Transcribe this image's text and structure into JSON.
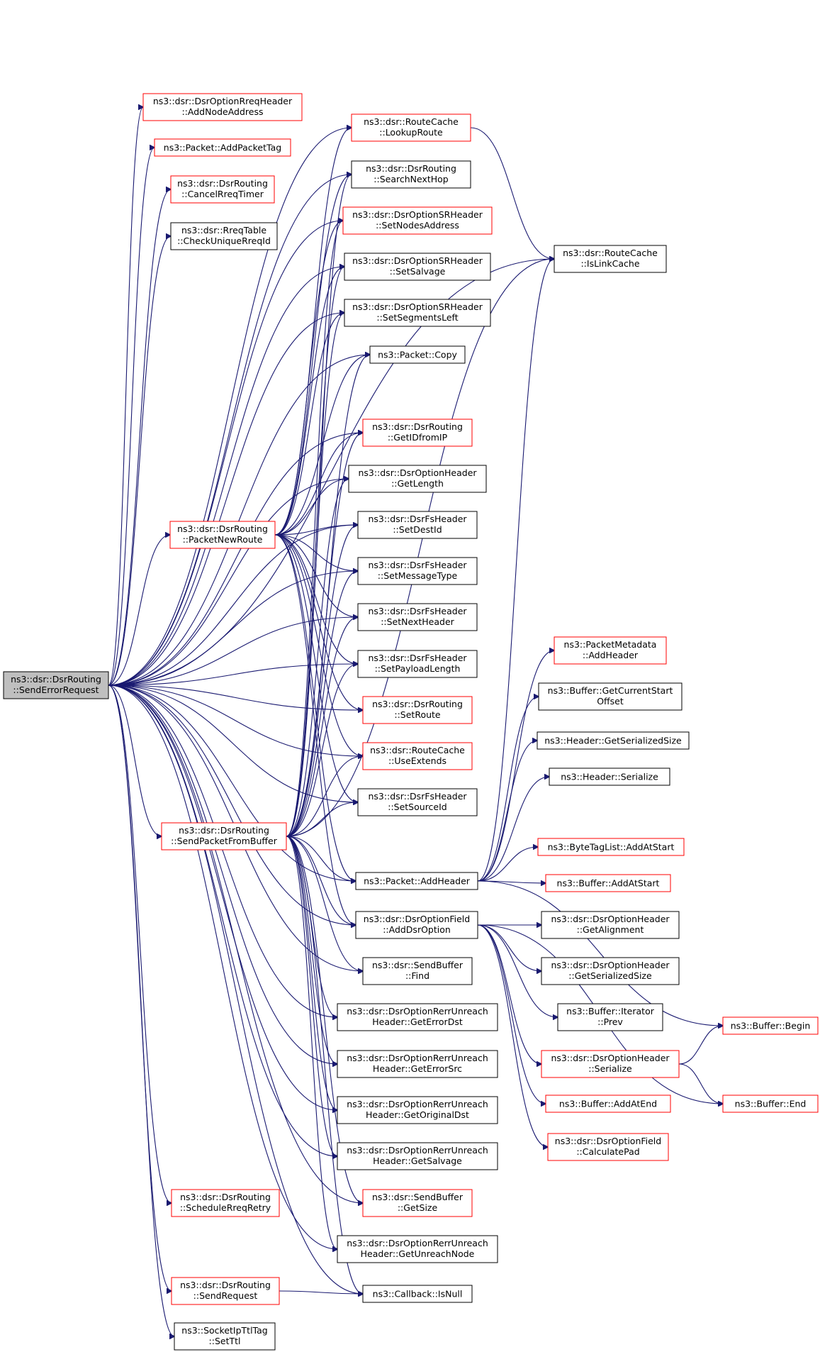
{
  "colors": {
    "edge": "#191970",
    "red_border": "#ff0000",
    "black_border": "#000000",
    "current_fill": "#bfbfbf"
  },
  "nodes": [
    {
      "id": "root",
      "line1": "ns3::dsr::DsrRouting",
      "line2": "::SendErrorRequest",
      "border": "current"
    },
    {
      "id": "rreqAddNode",
      "line1": "ns3::dsr::DsrOptionRreqHeader",
      "line2": "::AddNodeAddress",
      "border": "red"
    },
    {
      "id": "addPacketTag",
      "line1": "ns3::Packet::AddPacketTag",
      "line2": "",
      "border": "red"
    },
    {
      "id": "cancelRreq",
      "line1": "ns3::dsr::DsrRouting",
      "line2": "::CancelRreqTimer",
      "border": "red"
    },
    {
      "id": "checkUnique",
      "line1": "ns3::dsr::RreqTable",
      "line2": "::CheckUniqueRreqId",
      "border": "black"
    },
    {
      "id": "packetNewRoute",
      "line1": "ns3::dsr::DsrRouting",
      "line2": "::PacketNewRoute",
      "border": "red"
    },
    {
      "id": "sendPacketFromBuffer",
      "line1": "ns3::dsr::DsrRouting",
      "line2": "::SendPacketFromBuffer",
      "border": "red"
    },
    {
      "id": "scheduleRreq",
      "line1": "ns3::dsr::DsrRouting",
      "line2": "::ScheduleRreqRetry",
      "border": "red"
    },
    {
      "id": "sendRequest",
      "line1": "ns3::dsr::DsrRouting",
      "line2": "::SendRequest",
      "border": "red"
    },
    {
      "id": "setTtl",
      "line1": "ns3::SocketIpTtlTag",
      "line2": "::SetTtl",
      "border": "black"
    },
    {
      "id": "lookupRoute",
      "line1": "ns3::dsr::RouteCache",
      "line2": "::LookupRoute",
      "border": "red"
    },
    {
      "id": "searchNextHop",
      "line1": "ns3::dsr::DsrRouting",
      "line2": "::SearchNextHop",
      "border": "black"
    },
    {
      "id": "setNodesAddress",
      "line1": "ns3::dsr::DsrOptionSRHeader",
      "line2": "::SetNodesAddress",
      "border": "red"
    },
    {
      "id": "setSalvage",
      "line1": "ns3::dsr::DsrOptionSRHeader",
      "line2": "::SetSalvage",
      "border": "black"
    },
    {
      "id": "setSegmentsLeft",
      "line1": "ns3::dsr::DsrOptionSRHeader",
      "line2": "::SetSegmentsLeft",
      "border": "black"
    },
    {
      "id": "packetCopy",
      "line1": "ns3::Packet::Copy",
      "line2": "",
      "border": "black"
    },
    {
      "id": "getIDfromIP",
      "line1": "ns3::dsr::DsrRouting",
      "line2": "::GetIDfromIP",
      "border": "red"
    },
    {
      "id": "getLength",
      "line1": "ns3::dsr::DsrOptionHeader",
      "line2": "::GetLength",
      "border": "black"
    },
    {
      "id": "setDestId",
      "line1": "ns3::dsr::DsrFsHeader",
      "line2": "::SetDestId",
      "border": "black"
    },
    {
      "id": "setMessageType",
      "line1": "ns3::dsr::DsrFsHeader",
      "line2": "::SetMessageType",
      "border": "black"
    },
    {
      "id": "setNextHeader",
      "line1": "ns3::dsr::DsrFsHeader",
      "line2": "::SetNextHeader",
      "border": "black"
    },
    {
      "id": "setPayloadLength",
      "line1": "ns3::dsr::DsrFsHeader",
      "line2": "::SetPayloadLength",
      "border": "black"
    },
    {
      "id": "setRoute",
      "line1": "ns3::dsr::DsrRouting",
      "line2": "::SetRoute",
      "border": "red"
    },
    {
      "id": "useExtends",
      "line1": "ns3::dsr::RouteCache",
      "line2": "::UseExtends",
      "border": "red"
    },
    {
      "id": "setSourceId",
      "line1": "ns3::dsr::DsrFsHeader",
      "line2": "::SetSourceId",
      "border": "black"
    },
    {
      "id": "packetAddHeader",
      "line1": "ns3::Packet::AddHeader",
      "line2": "",
      "border": "black"
    },
    {
      "id": "addDsrOption",
      "line1": "ns3::dsr::DsrOptionField",
      "line2": "::AddDsrOption",
      "border": "black"
    },
    {
      "id": "sendBufferFind",
      "line1": "ns3::dsr::SendBuffer",
      "line2": "::Find",
      "border": "black"
    },
    {
      "id": "getErrorDst",
      "line1": "ns3::dsr::DsrOptionRerrUnreach",
      "line2": "Header::GetErrorDst",
      "border": "black"
    },
    {
      "id": "getErrorSrc",
      "line1": "ns3::dsr::DsrOptionRerrUnreach",
      "line2": "Header::GetErrorSrc",
      "border": "black"
    },
    {
      "id": "getOriginalDst",
      "line1": "ns3::dsr::DsrOptionRerrUnreach",
      "line2": "Header::GetOriginalDst",
      "border": "black"
    },
    {
      "id": "getSalvage",
      "line1": "ns3::dsr::DsrOptionRerrUnreach",
      "line2": "Header::GetSalvage",
      "border": "black"
    },
    {
      "id": "sendBufferGetSize",
      "line1": "ns3::dsr::SendBuffer",
      "line2": "::GetSize",
      "border": "red"
    },
    {
      "id": "getUnreachNode",
      "line1": "ns3::dsr::DsrOptionRerrUnreach",
      "line2": "Header::GetUnreachNode",
      "border": "black"
    },
    {
      "id": "callbackIsNull",
      "line1": "ns3::Callback::IsNull",
      "line2": "",
      "border": "black"
    },
    {
      "id": "isLinkCache",
      "line1": "ns3::dsr::RouteCache",
      "line2": "::IsLinkCache",
      "border": "black"
    },
    {
      "id": "metaAddHeader",
      "line1": "ns3::PacketMetadata",
      "line2": "::AddHeader",
      "border": "red"
    },
    {
      "id": "bufGetCurrentStart",
      "line1": "ns3::Buffer::GetCurrentStart",
      "line2": "Offset",
      "border": "black"
    },
    {
      "id": "headerGetSerSize",
      "line1": "ns3::Header::GetSerializedSize",
      "line2": "",
      "border": "black"
    },
    {
      "id": "headerSerialize",
      "line1": "ns3::Header::Serialize",
      "line2": "",
      "border": "black"
    },
    {
      "id": "byteTagAddAtStart",
      "line1": "ns3::ByteTagList::AddAtStart",
      "line2": "",
      "border": "red"
    },
    {
      "id": "bufAddAtStart",
      "line1": "ns3::Buffer::AddAtStart",
      "line2": "",
      "border": "red"
    },
    {
      "id": "optHdrGetAlign",
      "line1": "ns3::dsr::DsrOptionHeader",
      "line2": "::GetAlignment",
      "border": "black"
    },
    {
      "id": "optHdrGetSerSize",
      "line1": "ns3::dsr::DsrOptionHeader",
      "line2": "::GetSerializedSize",
      "border": "black"
    },
    {
      "id": "bufIterPrev",
      "line1": "ns3::Buffer::Iterator",
      "line2": "::Prev",
      "border": "black"
    },
    {
      "id": "optHdrSerialize",
      "line1": "ns3::dsr::DsrOptionHeader",
      "line2": "::Serialize",
      "border": "red"
    },
    {
      "id": "bufAddAtEnd",
      "line1": "ns3::Buffer::AddAtEnd",
      "line2": "",
      "border": "red"
    },
    {
      "id": "calculatePad",
      "line1": "ns3::dsr::DsrOptionField",
      "line2": "::CalculatePad",
      "border": "red"
    },
    {
      "id": "bufBegin",
      "line1": "ns3::Buffer::Begin",
      "line2": "",
      "border": "red"
    },
    {
      "id": "bufEnd",
      "line1": "ns3::Buffer::End",
      "line2": "",
      "border": "red"
    }
  ],
  "edges": [
    [
      "root",
      "rreqAddNode"
    ],
    [
      "root",
      "addPacketTag"
    ],
    [
      "root",
      "cancelRreq"
    ],
    [
      "root",
      "checkUnique"
    ],
    [
      "root",
      "packetNewRoute"
    ],
    [
      "root",
      "sendPacketFromBuffer"
    ],
    [
      "root",
      "scheduleRreq"
    ],
    [
      "root",
      "sendRequest"
    ],
    [
      "root",
      "setTtl"
    ],
    [
      "root",
      "lookupRoute"
    ],
    [
      "root",
      "isLinkCache"
    ],
    [
      "root",
      "searchNextHop"
    ],
    [
      "root",
      "setNodesAddress"
    ],
    [
      "root",
      "setSalvage"
    ],
    [
      "root",
      "setSegmentsLeft"
    ],
    [
      "root",
      "packetCopy"
    ],
    [
      "root",
      "getIDfromIP"
    ],
    [
      "root",
      "getLength"
    ],
    [
      "root",
      "setDestId"
    ],
    [
      "root",
      "setMessageType"
    ],
    [
      "root",
      "setNextHeader"
    ],
    [
      "root",
      "setPayloadLength"
    ],
    [
      "root",
      "setRoute"
    ],
    [
      "root",
      "useExtends"
    ],
    [
      "root",
      "setSourceId"
    ],
    [
      "root",
      "packetAddHeader"
    ],
    [
      "root",
      "addDsrOption"
    ],
    [
      "root",
      "sendBufferFind"
    ],
    [
      "root",
      "getErrorDst"
    ],
    [
      "root",
      "getErrorSrc"
    ],
    [
      "root",
      "getOriginalDst"
    ],
    [
      "root",
      "getSalvage"
    ],
    [
      "root",
      "sendBufferGetSize"
    ],
    [
      "root",
      "getUnreachNode"
    ],
    [
      "root",
      "callbackIsNull"
    ],
    [
      "packetNewRoute",
      "lookupRoute"
    ],
    [
      "packetNewRoute",
      "searchNextHop"
    ],
    [
      "packetNewRoute",
      "setNodesAddress"
    ],
    [
      "packetNewRoute",
      "setSalvage"
    ],
    [
      "packetNewRoute",
      "setSegmentsLeft"
    ],
    [
      "packetNewRoute",
      "packetCopy"
    ],
    [
      "packetNewRoute",
      "getIDfromIP"
    ],
    [
      "packetNewRoute",
      "getLength"
    ],
    [
      "packetNewRoute",
      "setDestId"
    ],
    [
      "packetNewRoute",
      "setMessageType"
    ],
    [
      "packetNewRoute",
      "setNextHeader"
    ],
    [
      "packetNewRoute",
      "setPayloadLength"
    ],
    [
      "packetNewRoute",
      "setRoute"
    ],
    [
      "packetNewRoute",
      "useExtends"
    ],
    [
      "packetNewRoute",
      "setSourceId"
    ],
    [
      "packetNewRoute",
      "packetAddHeader"
    ],
    [
      "packetNewRoute",
      "addDsrOption"
    ],
    [
      "sendPacketFromBuffer",
      "isLinkCache"
    ],
    [
      "sendPacketFromBuffer",
      "searchNextHop"
    ],
    [
      "sendPacketFromBuffer",
      "setNodesAddress"
    ],
    [
      "sendPacketFromBuffer",
      "setSalvage"
    ],
    [
      "sendPacketFromBuffer",
      "setSegmentsLeft"
    ],
    [
      "sendPacketFromBuffer",
      "packetCopy"
    ],
    [
      "sendPacketFromBuffer",
      "getIDfromIP"
    ],
    [
      "sendPacketFromBuffer",
      "getLength"
    ],
    [
      "sendPacketFromBuffer",
      "setDestId"
    ],
    [
      "sendPacketFromBuffer",
      "setMessageType"
    ],
    [
      "sendPacketFromBuffer",
      "setNextHeader"
    ],
    [
      "sendPacketFromBuffer",
      "setPayloadLength"
    ],
    [
      "sendPacketFromBuffer",
      "useExtends"
    ],
    [
      "sendPacketFromBuffer",
      "setSourceId"
    ],
    [
      "sendPacketFromBuffer",
      "packetAddHeader"
    ],
    [
      "sendPacketFromBuffer",
      "addDsrOption"
    ],
    [
      "sendPacketFromBuffer",
      "sendBufferFind"
    ],
    [
      "sendPacketFromBuffer",
      "getErrorDst"
    ],
    [
      "sendPacketFromBuffer",
      "getErrorSrc"
    ],
    [
      "sendPacketFromBuffer",
      "getOriginalDst"
    ],
    [
      "sendPacketFromBuffer",
      "getSalvage"
    ],
    [
      "sendPacketFromBuffer",
      "sendBufferGetSize"
    ],
    [
      "sendPacketFromBuffer",
      "getUnreachNode"
    ],
    [
      "sendPacketFromBuffer",
      "callbackIsNull"
    ],
    [
      "sendRequest",
      "callbackIsNull"
    ],
    [
      "lookupRoute",
      "isLinkCache"
    ],
    [
      "packetAddHeader",
      "metaAddHeader"
    ],
    [
      "packetAddHeader",
      "bufGetCurrentStart"
    ],
    [
      "packetAddHeader",
      "headerGetSerSize"
    ],
    [
      "packetAddHeader",
      "headerSerialize"
    ],
    [
      "packetAddHeader",
      "byteTagAddAtStart"
    ],
    [
      "packetAddHeader",
      "bufAddAtStart"
    ],
    [
      "packetAddHeader",
      "bufBegin"
    ],
    [
      "packetAddHeader",
      "isLinkCache"
    ],
    [
      "addDsrOption",
      "optHdrGetAlign"
    ],
    [
      "addDsrOption",
      "optHdrGetSerSize"
    ],
    [
      "addDsrOption",
      "bufIterPrev"
    ],
    [
      "addDsrOption",
      "optHdrSerialize"
    ],
    [
      "addDsrOption",
      "bufAddAtEnd"
    ],
    [
      "addDsrOption",
      "calculatePad"
    ],
    [
      "addDsrOption",
      "bufEnd"
    ],
    [
      "optHdrSerialize",
      "bufBegin"
    ],
    [
      "optHdrSerialize",
      "bufEnd"
    ]
  ]
}
